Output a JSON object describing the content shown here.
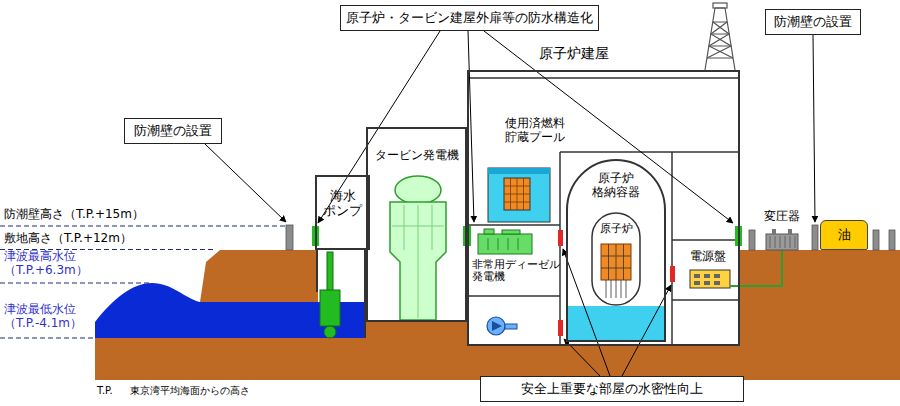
{
  "diagram": {
    "nodes": [
      {
        "text": [
          "原子炉・タービン建屋外扉等の防水構造化"
        ]
      },
      {
        "text": [
          "防潮壁の設置"
        ]
      },
      {
        "text": [
          "原子炉建屋"
        ]
      },
      {
        "text": [
          "原子炉 格納容器"
        ],
        "in": 2
      },
      {
        "text": [
          "原子炉"
        ],
        "in": 3
      },
      {
        "text": [
          "防潮壁の設置"
        ]
      },
      {
        "text": [
          "タービン発電機"
        ]
      },
      {
        "text": [
          "海水 ポンプ"
        ]
      },
      {
        "text": [
          "油"
        ]
      },
      {
        "text": [
          "安全上重要な部屋の水密性向上"
        ]
      }
    ],
    "labels": [
      "使用済燃料 貯蔵プール",
      "変圧器",
      "防潮壁高さ（T.P.+15m）",
      "敷地高さ（T.P.+12m）",
      "非常用ディーゼル 発電機",
      "電源盤",
      "津波最高水位 （T.P.+6.3m）",
      "津波最低水位 （T.P.-4.1m）",
      "T.P.",
      "東京湾平均海面からの高さ"
    ]
  }
}
